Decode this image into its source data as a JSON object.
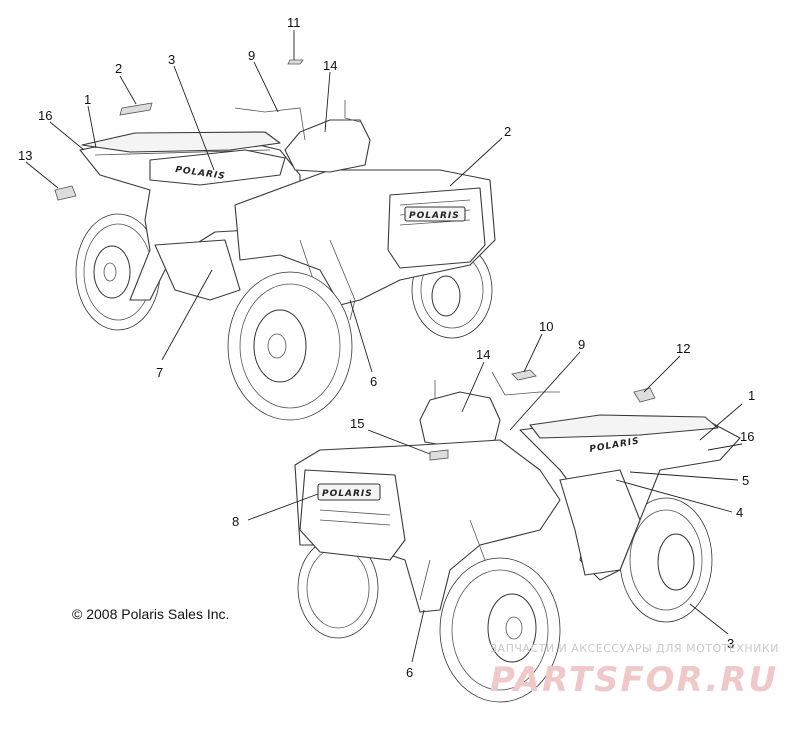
{
  "callouts": [
    {
      "id": "c11a",
      "label": "11"
    },
    {
      "id": "c9a",
      "label": "9"
    },
    {
      "id": "c14a",
      "label": "14"
    },
    {
      "id": "c2a",
      "label": "2"
    },
    {
      "id": "c3a",
      "label": "3"
    },
    {
      "id": "c1a",
      "label": "1"
    },
    {
      "id": "c16a",
      "label": "16"
    },
    {
      "id": "c13",
      "label": "13"
    },
    {
      "id": "c2b",
      "label": "2"
    },
    {
      "id": "c7",
      "label": "7"
    },
    {
      "id": "c6a",
      "label": "6"
    },
    {
      "id": "c10",
      "label": "10"
    },
    {
      "id": "c9b",
      "label": "9"
    },
    {
      "id": "c12",
      "label": "12"
    },
    {
      "id": "c14b",
      "label": "14"
    },
    {
      "id": "c1b",
      "label": "1"
    },
    {
      "id": "c15",
      "label": "15"
    },
    {
      "id": "c16b",
      "label": "16"
    },
    {
      "id": "c5",
      "label": "5"
    },
    {
      "id": "c4",
      "label": "4"
    },
    {
      "id": "c8",
      "label": "8"
    },
    {
      "id": "c3b",
      "label": "3"
    },
    {
      "id": "c6b",
      "label": "6"
    }
  ],
  "brand_decal_text": "POLARIS",
  "copyright": "© 2008 Polaris Sales Inc.",
  "watermark": {
    "tagline": "ЗАПЧАСТИ И АКСЕССУАРЫ ДЛЯ МОТОТЕХНИКИ",
    "brand": "PARTSFOR.RU"
  }
}
